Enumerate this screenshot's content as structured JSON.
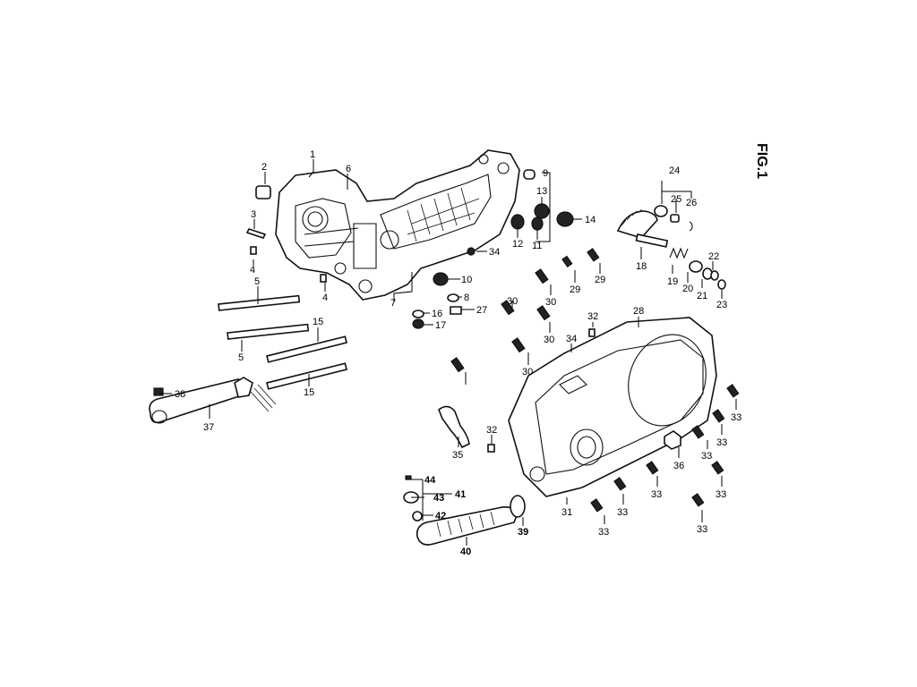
{
  "figure_label": "FIG.1",
  "callouts": {
    "c1": "1",
    "c2": "2",
    "c3": "3",
    "c4a": "4",
    "c4b": "4",
    "c5a": "5",
    "c5b": "5",
    "c6": "6",
    "c7": "7",
    "c8": "8",
    "c9": "9",
    "c10": "10",
    "c11": "11",
    "c12": "12",
    "c13": "13",
    "c14": "14",
    "c15a": "15",
    "c15b": "15",
    "c16": "16",
    "c17": "17",
    "c18": "18",
    "c19": "19",
    "c20": "20",
    "c21": "21",
    "c22": "22",
    "c23": "23",
    "c24": "24",
    "c25": "25",
    "c26": "26",
    "c27": "27",
    "c28": "28",
    "c29a": "29",
    "c29b": "29",
    "c30a": "30",
    "c30b": "30",
    "c30c": "30",
    "c30d": "30",
    "c31": "31",
    "c32a": "32",
    "c32b": "32",
    "c33a": "33",
    "c33b": "33",
    "c33c": "33",
    "c33d": "33",
    "c33e": "33",
    "c33f": "33",
    "c33g": "33",
    "c33h": "33",
    "c34a": "34",
    "c34b": "34",
    "c35": "35",
    "c36": "36",
    "c37": "37",
    "c38": "38",
    "c39": "39",
    "c40": "40",
    "c41": "41",
    "c42": "42",
    "c43": "43",
    "c44": "44"
  }
}
